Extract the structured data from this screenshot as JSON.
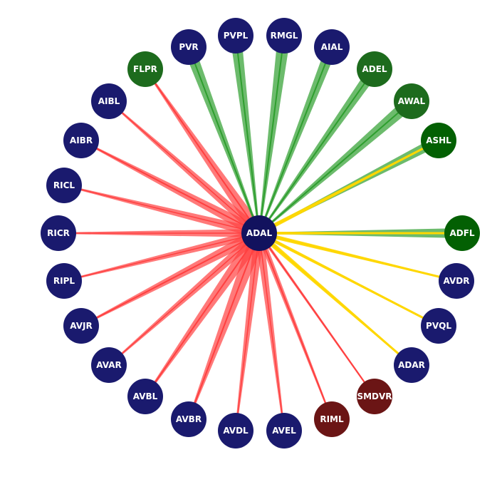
{
  "diagram": {
    "type": "radial-network",
    "center": {
      "id": "ADAL",
      "color": "#12125e"
    },
    "colors": {
      "node_default": "#1a1a6e",
      "node_green": "#1d6b1d",
      "node_darkgreen": "#036003",
      "node_darkred": "#6b1515",
      "edge_red": "#ff4040",
      "edge_green": "#2e9e2e",
      "edge_yellow": "#ffd700"
    },
    "nodes": [
      {
        "id": "RMGL",
        "angle": 95.5,
        "type": "default",
        "edges": [
          {
            "color": "green",
            "width": 2.0,
            "wide": 18
          }
        ]
      },
      {
        "id": "AIAL",
        "angle": 79.0,
        "type": "default",
        "edges": [
          {
            "color": "green",
            "width": 2.0,
            "wide": 16
          }
        ]
      },
      {
        "id": "ADEL",
        "angle": 63.5,
        "type": "green",
        "edges": [
          {
            "color": "green",
            "width": 2.0,
            "wide": 16
          }
        ]
      },
      {
        "id": "AWAL",
        "angle": 47.0,
        "type": "green",
        "edges": [
          {
            "color": "green",
            "width": 2.0,
            "wide": 18
          }
        ]
      },
      {
        "id": "ASHL",
        "angle": 31.5,
        "type": "darkgreen",
        "edges": [
          {
            "color": "green",
            "width": 2.0,
            "wide": 14
          },
          {
            "color": "yellow",
            "width": 3.0,
            "wide": 6
          }
        ]
      },
      {
        "id": "ADFL",
        "angle": 0.0,
        "type": "darkgreen",
        "edges": [
          {
            "color": "green",
            "width": 2.0,
            "wide": 14
          },
          {
            "color": "yellow",
            "width": 3.0,
            "wide": 4
          }
        ]
      },
      {
        "id": "AVDR",
        "angle": -16.0,
        "type": "default",
        "edges": [
          {
            "color": "yellow",
            "width": 3.0,
            "wide": 6
          }
        ]
      },
      {
        "id": "PVQL",
        "angle": -32.0,
        "type": "default",
        "edges": [
          {
            "color": "yellow",
            "width": 3.0,
            "wide": 5
          }
        ]
      },
      {
        "id": "ADAR",
        "angle": -47.5,
        "type": "default",
        "edges": [
          {
            "color": "yellow",
            "width": 3.0,
            "wide": 7
          }
        ]
      },
      {
        "id": "SMDVR",
        "angle": -63.5,
        "type": "darkred",
        "edges": [
          {
            "color": "red",
            "width": 2.0,
            "wide": 4
          }
        ]
      },
      {
        "id": "RIML",
        "angle": -79.5,
        "type": "darkred",
        "edges": [
          {
            "color": "red",
            "width": 2.0,
            "wide": 8
          }
        ]
      },
      {
        "id": "AVEL",
        "angle": -95.5,
        "type": "default",
        "edges": [
          {
            "color": "red",
            "width": 1.5,
            "wide": 12
          }
        ]
      },
      {
        "id": "AVDL",
        "angle": -111.5,
        "type": "default",
        "edges": [
          {
            "color": "red",
            "width": 1.5,
            "wide": 14
          }
        ]
      },
      {
        "id": "AVBR",
        "angle": -127.5,
        "type": "default",
        "edges": [
          {
            "color": "red",
            "width": 2.0,
            "wide": 22
          }
        ]
      },
      {
        "id": "AVBL",
        "angle": -143.5,
        "type": "default",
        "edges": [
          {
            "color": "red",
            "width": 2.0,
            "wide": 20
          }
        ]
      },
      {
        "id": "AVAR",
        "angle": -159.0,
        "type": "default",
        "edges": [
          {
            "color": "red",
            "width": 1.5,
            "wide": 14
          }
        ]
      },
      {
        "id": "AVJR",
        "angle": -175.5,
        "type": "default",
        "edges": [
          {
            "color": "red",
            "width": 2.0,
            "wide": 16
          }
        ]
      },
      {
        "id": "RIPL",
        "angle": 168.5,
        "type": "default",
        "edges": [
          {
            "color": "red",
            "width": 1.5,
            "wide": 12
          }
        ]
      },
      {
        "id": "RICR",
        "angle": 180.0,
        "type": "default",
        "edges": [
          {
            "color": "red",
            "width": 1.5,
            "wide": 12
          }
        ]
      },
      {
        "id": "RICL",
        "angle": 164.0,
        "type": "default",
        "edges": [
          {
            "color": "red",
            "width": 1.5,
            "wide": 14
          }
        ]
      },
      {
        "id": "AIBR",
        "angle": 148.5,
        "type": "default",
        "edges": [
          {
            "color": "red",
            "width": 2.0,
            "wide": 16
          }
        ]
      },
      {
        "id": "AIBL",
        "angle": 132.5,
        "type": "default",
        "edges": [
          {
            "color": "red",
            "width": 1.5,
            "wide": 14
          }
        ]
      },
      {
        "id": "FLPR",
        "angle": 116.5,
        "type": "green",
        "edges": [
          {
            "color": "red",
            "width": 2.0,
            "wide": 18
          }
        ]
      },
      {
        "id": "PVR",
        "angle": 100.5,
        "type": "default",
        "edges": [
          {
            "color": "green",
            "width": 2.0,
            "wide": 16
          }
        ]
      },
      {
        "id": "PVPL",
        "angle": 84.5,
        "type": "default",
        "edges": [
          {
            "color": "green",
            "width": 2.0,
            "wide": 16
          }
        ]
      }
    ]
  }
}
